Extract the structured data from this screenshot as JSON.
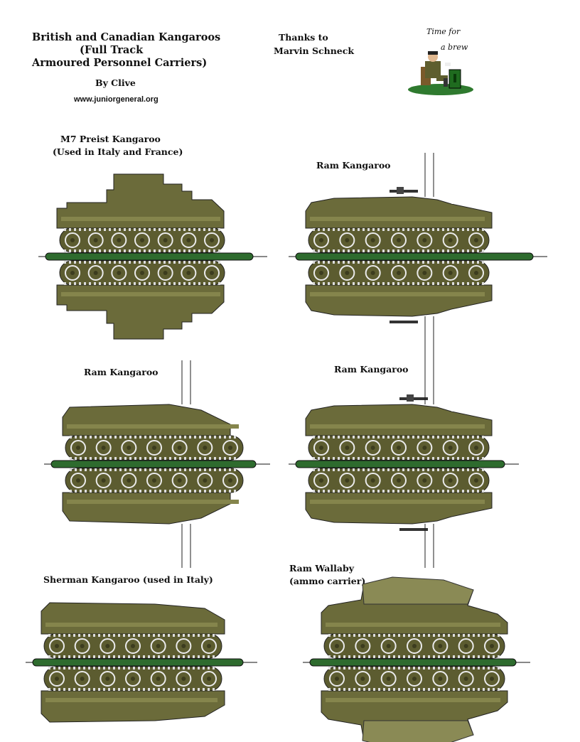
{
  "header": {
    "title_line1": "British and Canadian Kangaroos",
    "title_line2": "(Full Track",
    "title_line3": "Armoured Personnel Carriers)",
    "author": "By Clive",
    "website": "www.juniorgeneral.org",
    "thanks_line1": "Thanks to",
    "thanks_line2": "Marvin Schneck"
  },
  "cartoon": {
    "caption_line1": "Time for",
    "caption_line2": "a brew"
  },
  "vehicles": [
    {
      "label_line1": "M7 Preist Kangaroo",
      "label_line2": "(Used in Italy and France)"
    },
    {
      "label_line1": "Ram Kangaroo"
    },
    {
      "label_line1": "Ram Kangaroo"
    },
    {
      "label_line1": "Ram Kangaroo"
    },
    {
      "label_line1": "Sherman Kangaroo (used in Italy)"
    },
    {
      "label_line1": "Ram Wallaby",
      "label_line2": "(ammo carrier)"
    }
  ],
  "colors": {
    "hull": "#6b6b3a",
    "hull_light": "#85854c",
    "hull_dark": "#3c3c1e",
    "track": "#5c5c30",
    "base": "#2e6b2e",
    "tarp": "#8a8a55"
  }
}
